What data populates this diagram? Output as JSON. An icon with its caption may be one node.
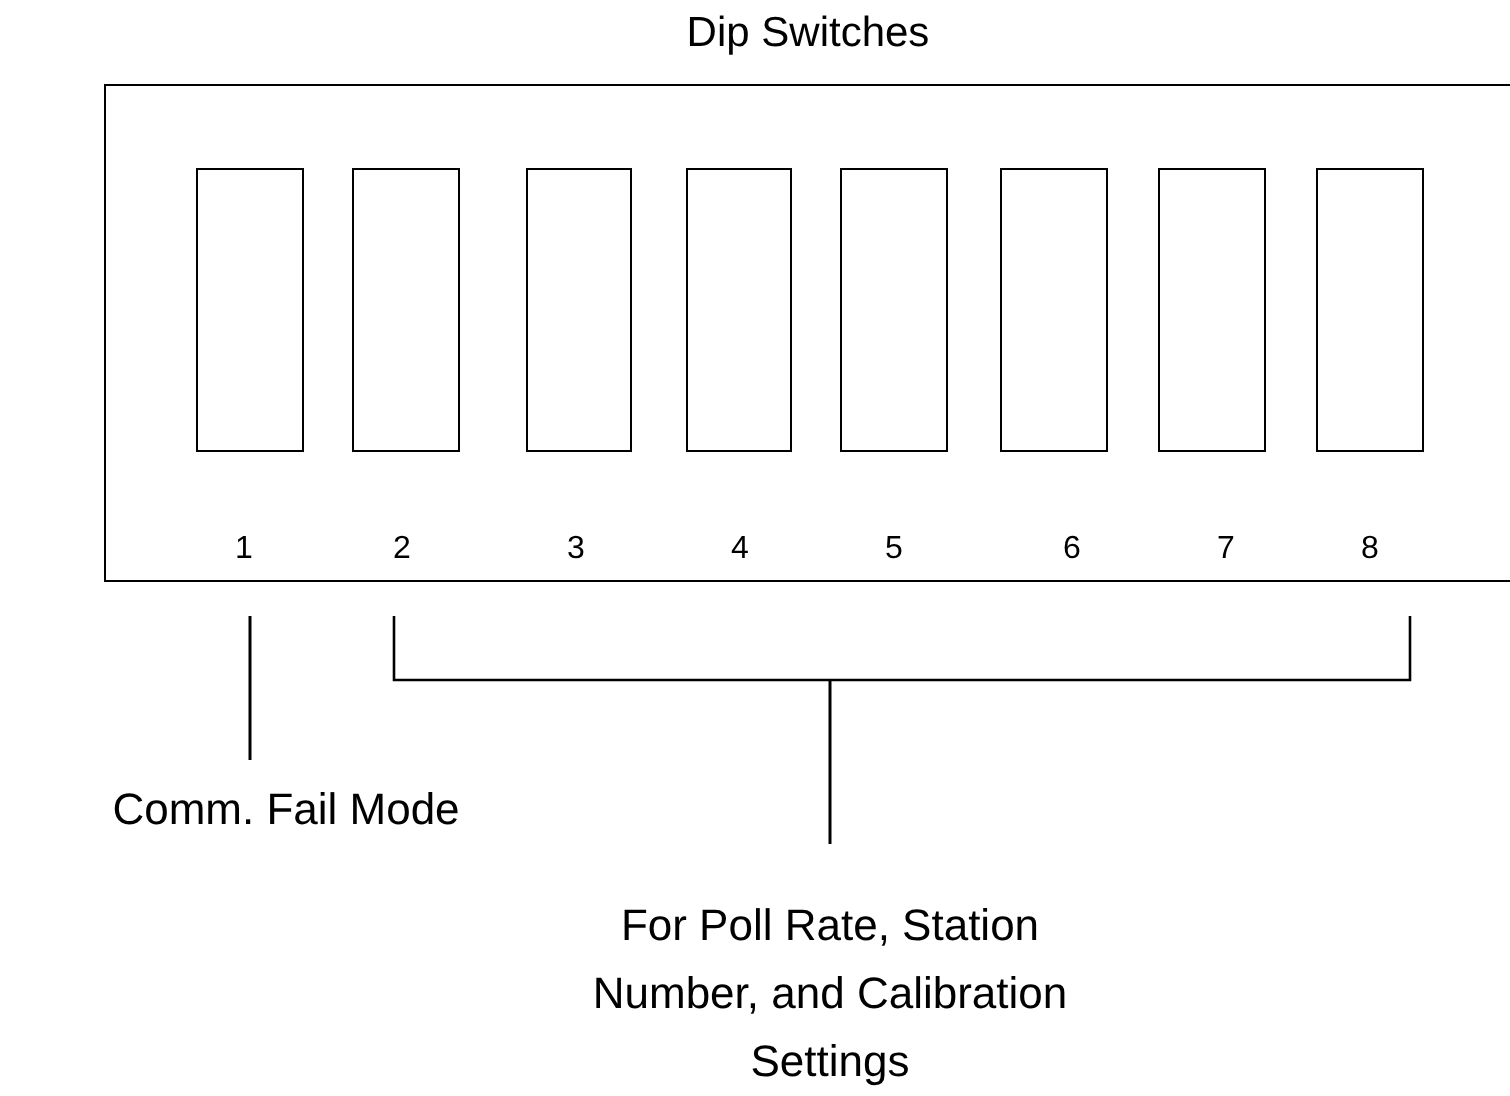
{
  "diagram": {
    "nodes": [
      {
        "text": [
          "Dip Switches"
        ]
      },
      {
        "text": [],
        "shape": "box",
        "in": 0
      },
      {
        "text": [],
        "shape": "box",
        "in": 0
      },
      {
        "text": [],
        "shape": "box",
        "in": 0
      },
      {
        "text": [],
        "shape": "box",
        "in": 0
      },
      {
        "text": [],
        "shape": "box",
        "in": 0
      },
      {
        "text": [],
        "shape": "box",
        "in": 0
      },
      {
        "text": [],
        "shape": "box",
        "in": 0
      },
      {
        "text": [],
        "shape": "box",
        "in": 0
      },
      {
        "text": [
          "Comm. Fail Mode"
        ]
      },
      {
        "text": [
          "For Poll Rate, Station Number, and Calibration Settings"
        ]
      },
      {
        "text": [],
        "shape": "bracket"
      }
    ],
    "edges": [
      {
        "from": 9,
        "to": null,
        "arrow": "none"
      },
      {
        "from": 10,
        "to": 11,
        "arrow": "none"
      }
    ],
    "labels": [
      "1",
      "2",
      "3",
      "4",
      "5",
      "6",
      "7",
      "8"
    ]
  }
}
